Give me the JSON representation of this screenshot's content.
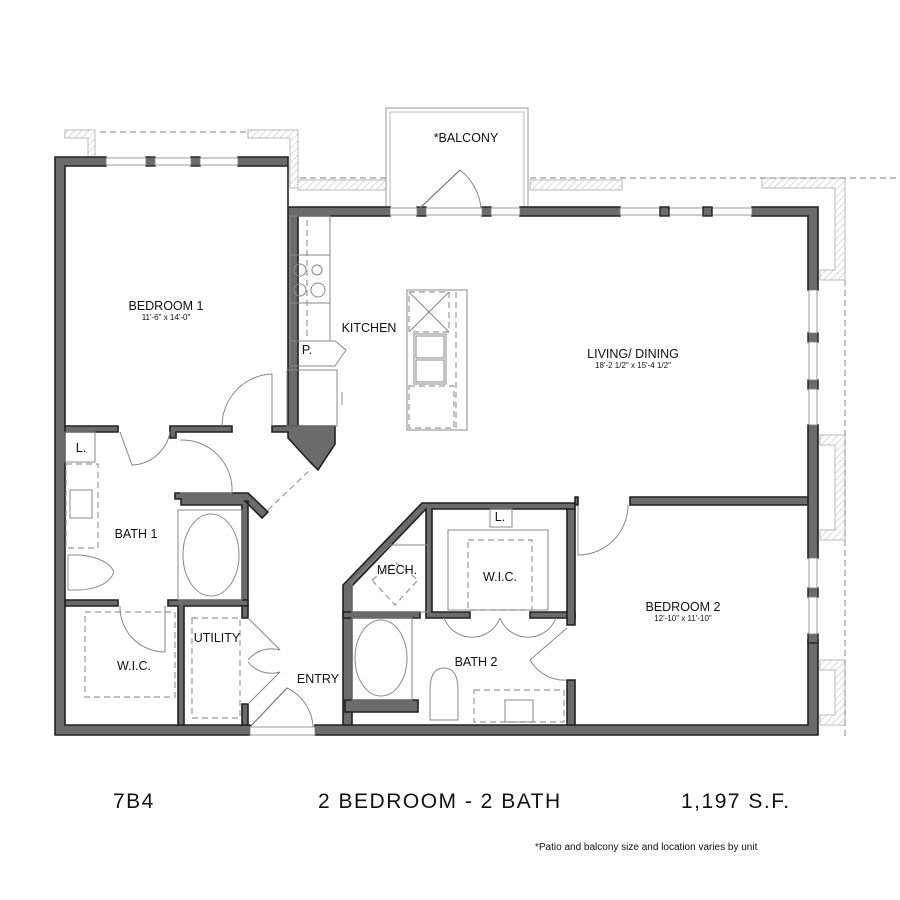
{
  "plan": {
    "unit_code": "7B4",
    "unit_type": "2 BEDROOM - 2 BATH",
    "area": "1,197 S.F.",
    "note": "*Patio and balcony size and location varies by unit",
    "rooms": {
      "bedroom1": {
        "label": "BEDROOM 1",
        "dims": "11'-6\" x 14'-0\""
      },
      "living": {
        "label": "LIVING/ DINING",
        "dims": "18'-2 1/2\" x 15'-4 1/2\""
      },
      "bedroom2": {
        "label": "BEDROOM 2",
        "dims": "12'-10\" x 11'-10\""
      },
      "kitchen": {
        "label": "KITCHEN"
      },
      "pantry": {
        "label": "P."
      },
      "balcony": {
        "label": "*BALCONY"
      },
      "bath1": {
        "label": "BATH 1"
      },
      "bath2": {
        "label": "BATH 2"
      },
      "linen1": {
        "label": "L."
      },
      "linen2": {
        "label": "L."
      },
      "wic1": {
        "label": "W.I.C."
      },
      "wic2": {
        "label": "W.I.C."
      },
      "utility": {
        "label": "UTILITY"
      },
      "mech": {
        "label": "MECH."
      },
      "entry": {
        "label": "ENTRY"
      }
    },
    "colors": {
      "wall": "#6b6b6b",
      "outline": "#222222",
      "fixture": "#888888"
    }
  }
}
